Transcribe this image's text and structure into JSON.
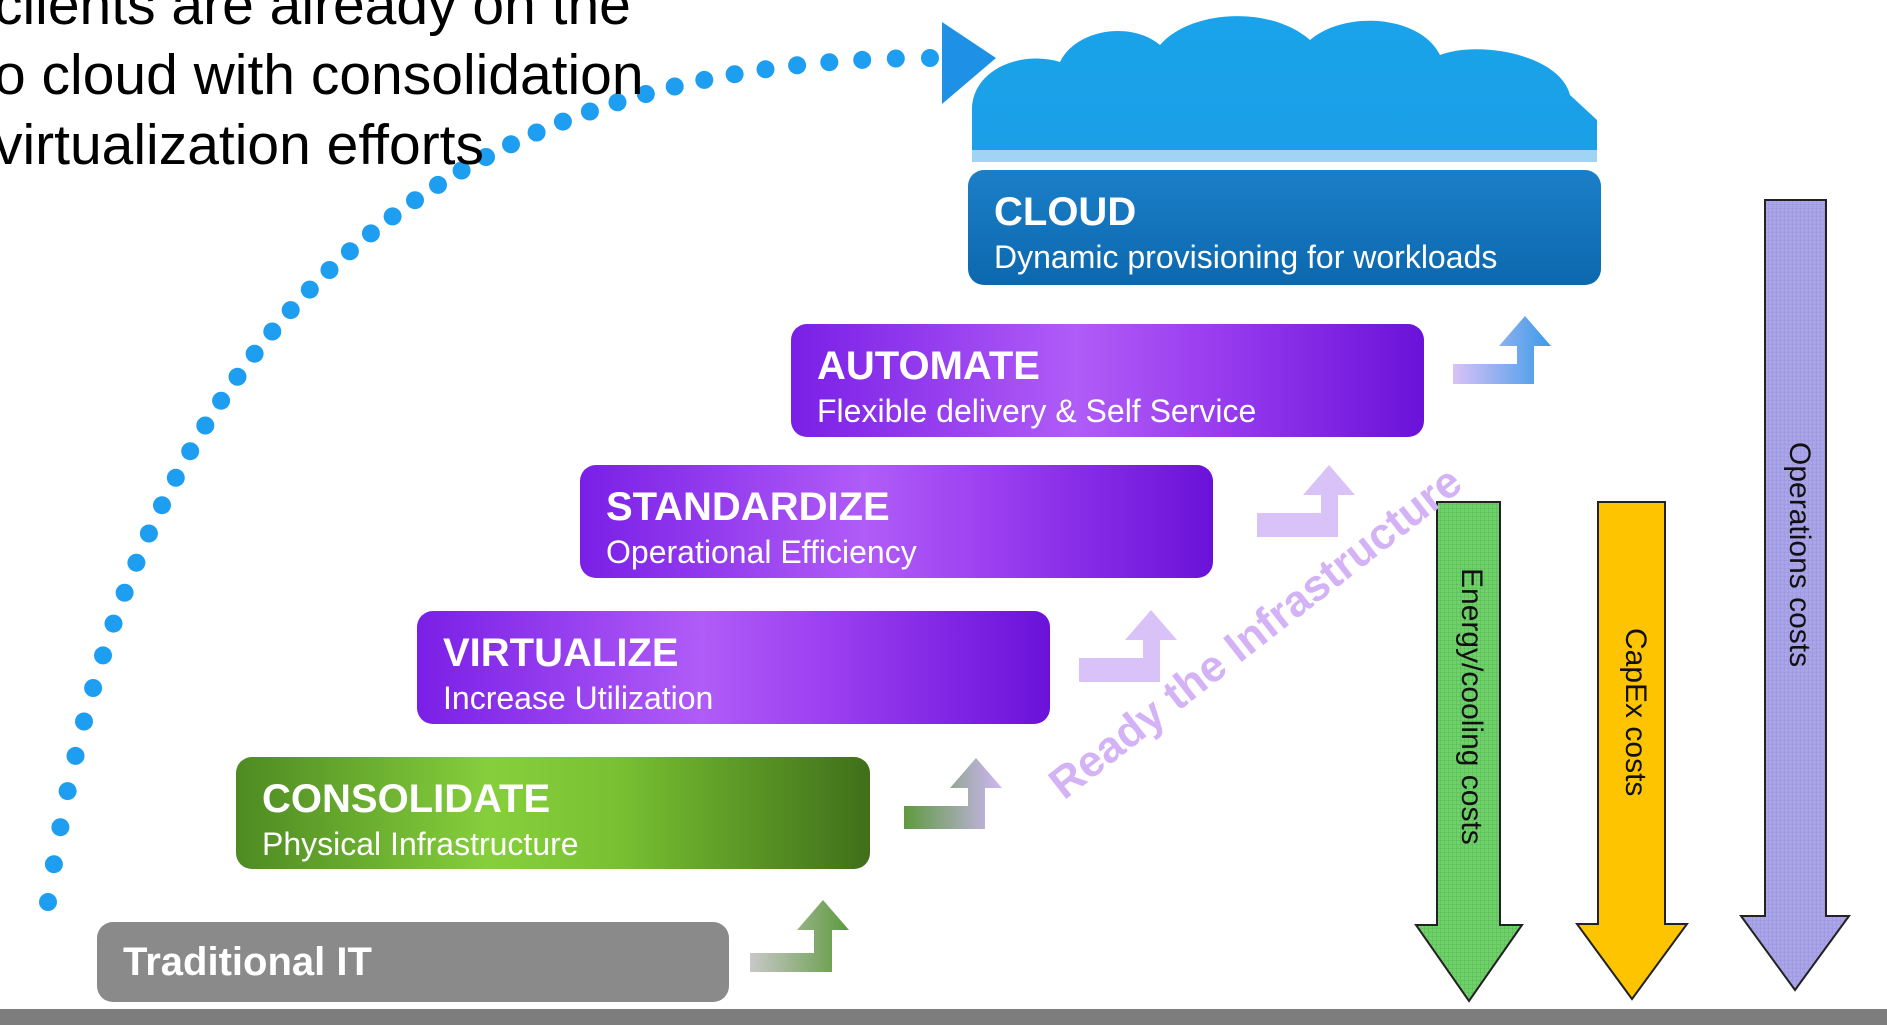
{
  "intro_text": {
    "line1": "clients are already on the",
    "line2": "o cloud with consolidation",
    "line3": "virtualization efforts"
  },
  "stages": [
    {
      "id": "traditional",
      "title": "Traditional IT",
      "subtitle": ""
    },
    {
      "id": "consolidate",
      "title": "CONSOLIDATE",
      "subtitle": "Physical Infrastructure"
    },
    {
      "id": "virtualize",
      "title": "VIRTUALIZE",
      "subtitle": "Increase Utilization"
    },
    {
      "id": "standardize",
      "title": "STANDARDIZE",
      "subtitle": "Operational Efficiency"
    },
    {
      "id": "automate",
      "title": "AUTOMATE",
      "subtitle": "Flexible delivery & Self Service"
    },
    {
      "id": "cloud",
      "title": "CLOUD",
      "subtitle": "Dynamic provisioning for workloads"
    }
  ],
  "diagonal_label": "Ready the Infrastructure",
  "cost_arrows": {
    "energy": "Energy/cooling costs",
    "capex": "CapEx costs",
    "operations": "Operations costs"
  },
  "colors": {
    "cloud_blue": "#1aa3ea",
    "dots_blue": "#1e9ef0",
    "purple": "#8a2be2",
    "green": "#5aa832",
    "gray": "#8a8a8a",
    "capex_yellow": "#ffc400",
    "energy_green": "#6fd16a",
    "operations_lavender": "#a9a3e6"
  }
}
